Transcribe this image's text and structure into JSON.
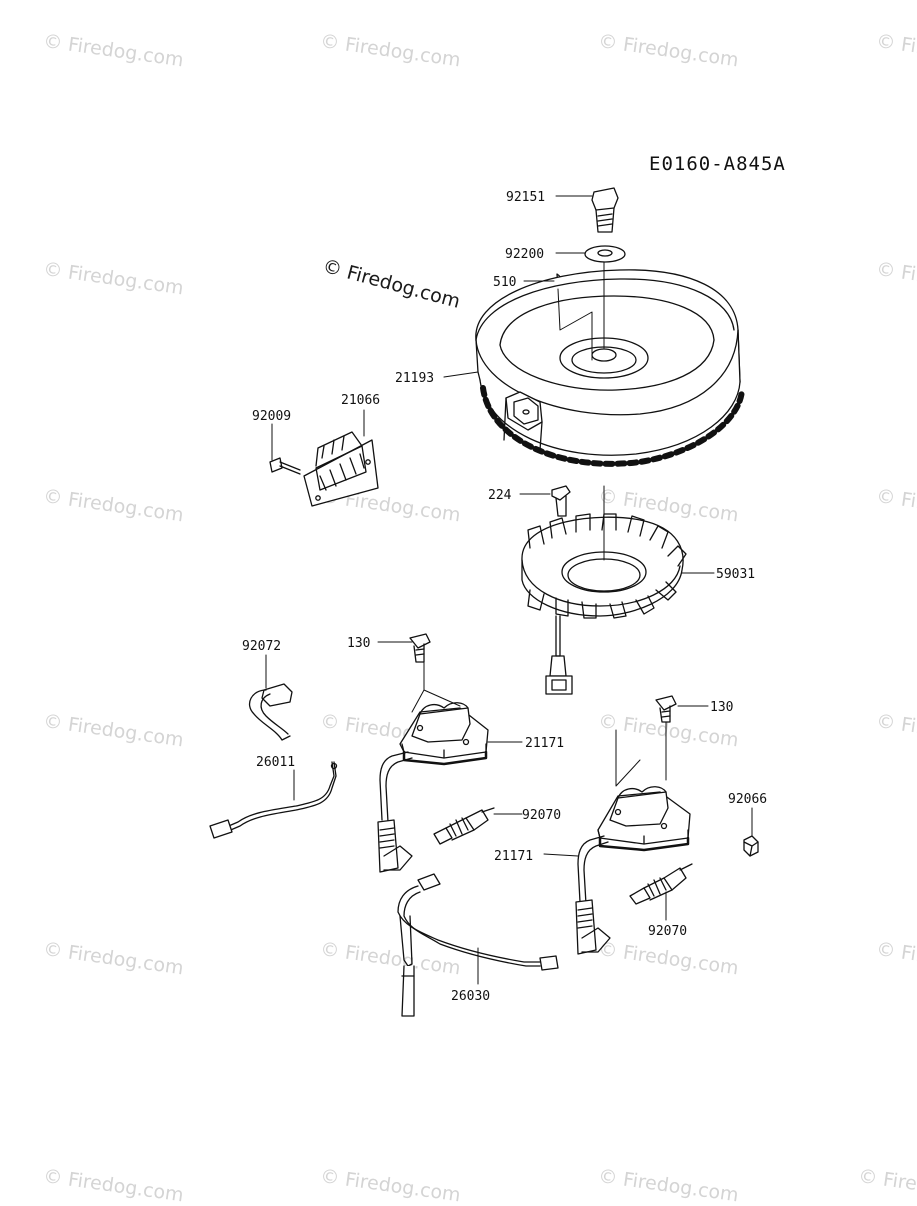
{
  "diagram": {
    "code": "E0160-A845A",
    "watermark": "© Firedog.com"
  },
  "parts": {
    "p92151": "92151",
    "p92200": "92200",
    "p510": "510",
    "p21193": "21193",
    "p21066": "21066",
    "p92009": "92009",
    "p224": "224",
    "p59031": "59031",
    "p92072": "92072",
    "p130a": "130",
    "p130b": "130",
    "p21171a": "21171",
    "p21171b": "21171",
    "p26011": "26011",
    "p92070a": "92070",
    "p92070b": "92070",
    "p92066": "92066",
    "p26030": "26030"
  }
}
